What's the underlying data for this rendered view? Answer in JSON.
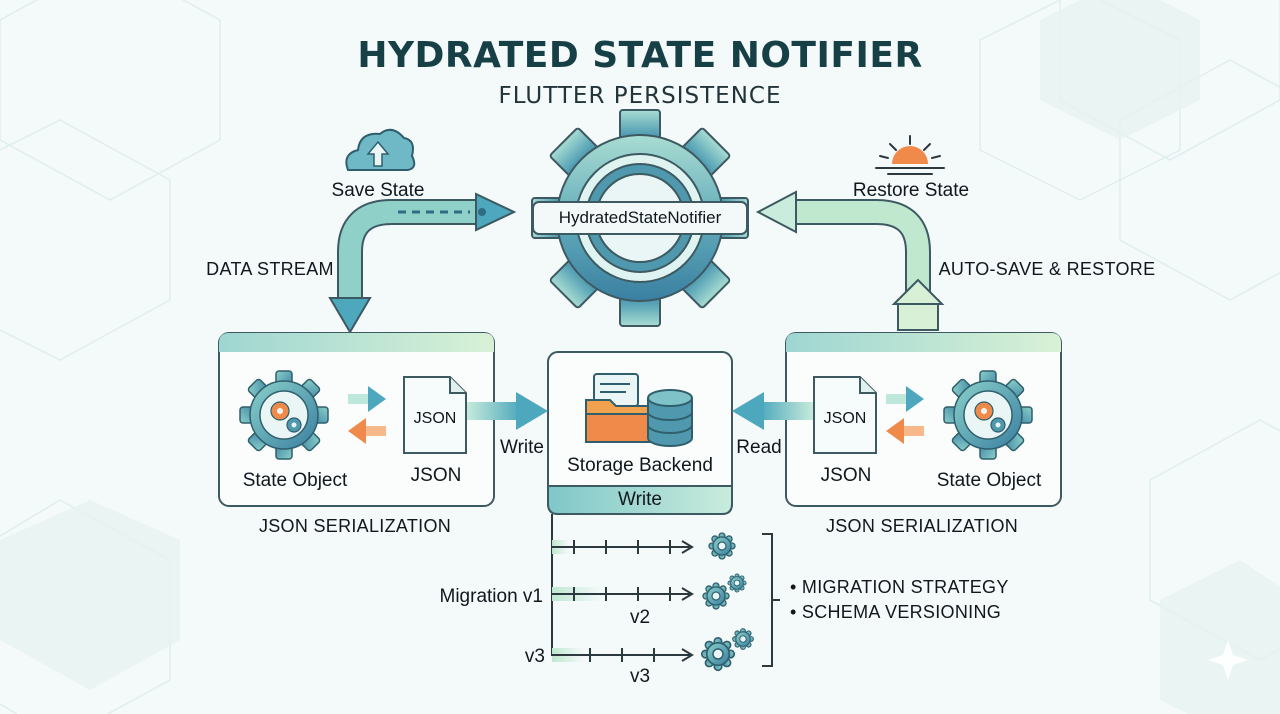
{
  "title": "HYDRATED STATE NOTIFIER",
  "subtitle": "FLUTTER PERSISTENCE",
  "center_node": {
    "label": "HydratedStateNotifier"
  },
  "save": {
    "label": "Save State",
    "icon": "cloud-upload-icon"
  },
  "restore": {
    "label": "Restore State",
    "icon": "sunrise-icon"
  },
  "left_side_label": "DATA STREAM",
  "right_side_label": "AUTO-SAVE & RESTORE",
  "left_panel": {
    "state_label": "State Object",
    "file_label": "JSON",
    "file_caption": "JSON",
    "caption": "JSON SERIALIZATION"
  },
  "right_panel": {
    "state_label": "State Object",
    "file_label": "JSON",
    "file_caption": "JSON",
    "caption": "JSON SERIALIZATION"
  },
  "storage": {
    "label": "Storage Backend",
    "footer": "Write",
    "write_label": "Write",
    "read_label": "Read"
  },
  "migration": {
    "labels": [
      "Migration v1",
      "v2",
      "v3",
      "v3"
    ],
    "bullets": [
      "MIGRATION STRATEGY",
      "SCHEMA VERSIONING"
    ]
  },
  "colors": {
    "title": "#163f46",
    "gear_teal": "#4f98ad",
    "gear_light": "#bfe6e0",
    "arrow_teal": "#6cb7c6",
    "orange": "#f08a4b",
    "outline": "#3d5a63"
  }
}
